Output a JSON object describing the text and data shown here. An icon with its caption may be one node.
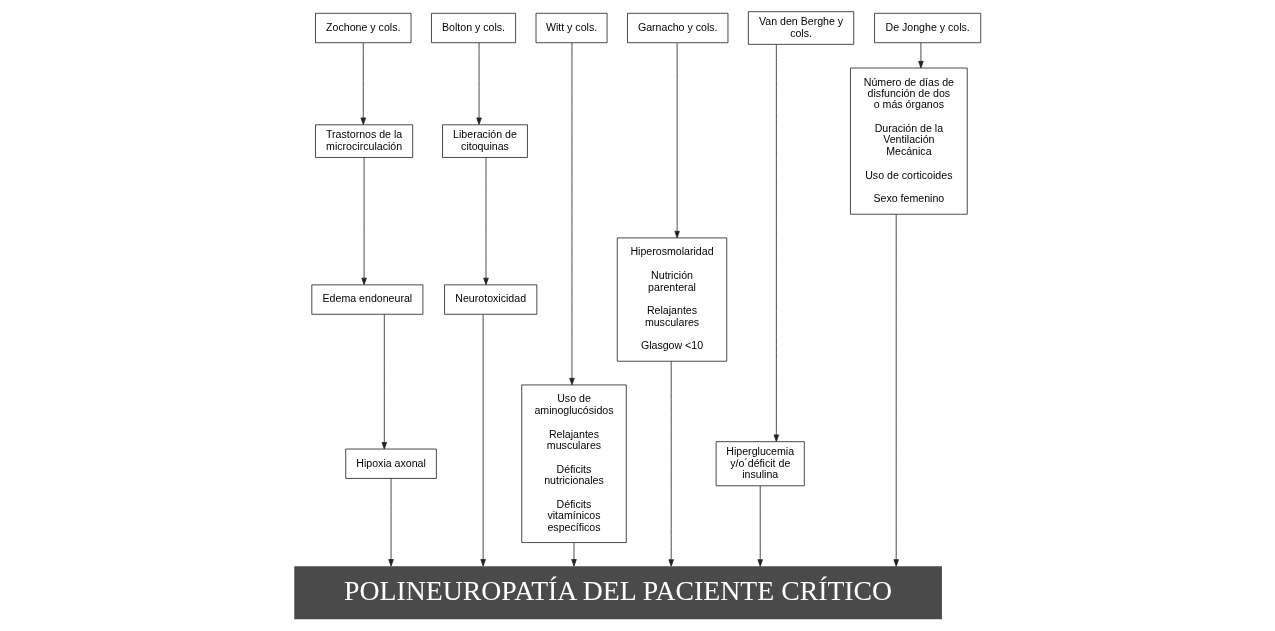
{
  "diagram": {
    "nodes": [
      {
        "text": [
          "Zochone y cols."
        ]
      },
      {
        "text": [
          "Trastornos de la microcirculación"
        ]
      },
      {
        "text": [
          "Edema endoneural"
        ]
      },
      {
        "text": [
          "Hipoxia axonal"
        ]
      },
      {
        "text": [
          "Bolton y cols."
        ]
      },
      {
        "text": [
          "Liberación de citoquinas"
        ]
      },
      {
        "text": [
          "Neurotoxicidad"
        ]
      },
      {
        "text": [
          "Witt y cols."
        ]
      },
      {
        "text": [
          "Uso de aminoglucósidos",
          "Relajantes musculares",
          "Déficits nutricionales",
          "Déficits vitamínicos específicos"
        ]
      },
      {
        "text": [
          "Garnacho y cols."
        ]
      },
      {
        "text": [
          "Hiperosmolaridad",
          "Nutrición parenteral",
          "Relajantes musculares",
          "Glasgow <10"
        ]
      },
      {
        "text": [
          "Van den Berghe y cols."
        ]
      },
      {
        "text": [
          "Hiperglucemia y/o´déficit de insulina"
        ]
      },
      {
        "text": [
          "De Jonghe y cols."
        ]
      },
      {
        "text": [
          "Número de días de disfunción de dos o más órganos",
          "Duración de la Ventilación Mecánica",
          "Uso de corticoides",
          "Sexo femenino"
        ]
      },
      {
        "text": [
          "POLINEUROPATÍA DEL PACIENTE CRÍTICO"
        ]
      }
    ],
    "edges": [
      {
        "from": 0,
        "to": 1,
        "arrow": "to"
      },
      {
        "from": 1,
        "to": 2,
        "arrow": "to"
      },
      {
        "from": 2,
        "to": 3,
        "arrow": "to"
      },
      {
        "from": 4,
        "to": 5,
        "arrow": "to"
      },
      {
        "from": 5,
        "to": 6,
        "arrow": "to"
      },
      {
        "from": 7,
        "to": 8,
        "arrow": "to"
      },
      {
        "from": 9,
        "to": 10,
        "arrow": "to"
      },
      {
        "from": 11,
        "to": 12,
        "arrow": "to"
      },
      {
        "from": 13,
        "to": 14,
        "arrow": "to"
      },
      {
        "from": 3,
        "to": 15,
        "arrow": "to"
      },
      {
        "from": 6,
        "to": 15,
        "arrow": "to"
      },
      {
        "from": 8,
        "to": 15,
        "arrow": "to"
      },
      {
        "from": 10,
        "to": 15,
        "arrow": "to"
      },
      {
        "from": 12,
        "to": 15,
        "arrow": "to"
      },
      {
        "from": 14,
        "to": 15,
        "arrow": "to"
      }
    ]
  }
}
